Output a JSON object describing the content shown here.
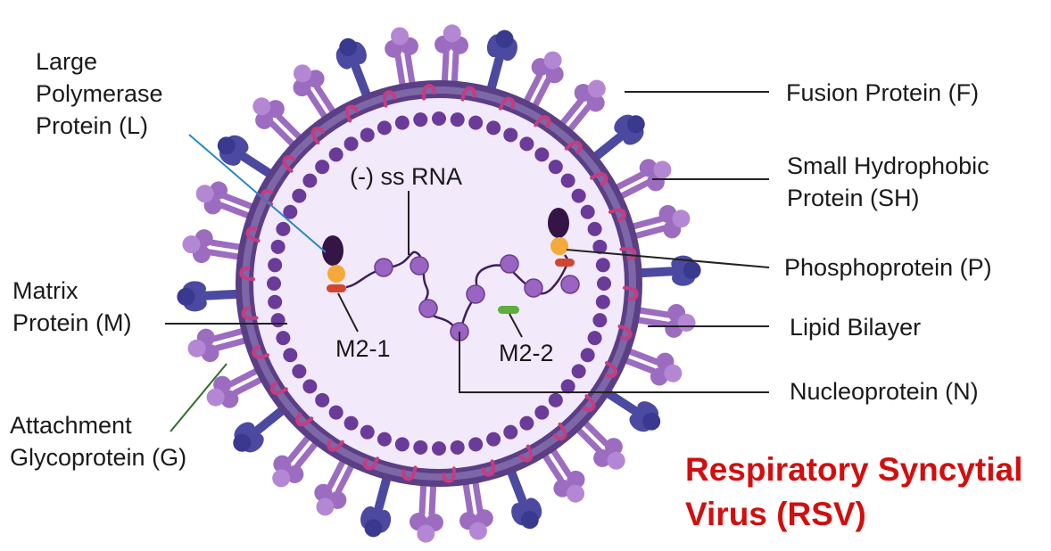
{
  "title": {
    "line1": "Respiratory Syncytial",
    "line2": "Virus (RSV)",
    "color": "#d10f0f"
  },
  "labels": {
    "large_polymerase": [
      "Large",
      "Polymerase",
      "Protein (L)"
    ],
    "matrix": [
      "Matrix",
      "Protein (M)"
    ],
    "attachment": [
      "Attachment",
      "Glycoprotein (G)"
    ],
    "ss_rna": "(-) ss RNA",
    "m21": "M2-1",
    "m22": "M2-2",
    "fusion": "Fusion Protein (F)",
    "small_hydrophobic": [
      "Small Hydrophobic",
      "Protein (SH)"
    ],
    "phosphoprotein": "Phosphoprotein (P)",
    "lipid_bilayer": "Lipid Bilayer",
    "nucleoprotein": "Nucleoprotein (N)"
  },
  "colors": {
    "interior": "#f2e9fb",
    "membrane": "#5b3f86",
    "nucleoprotein": "#6a3b98",
    "fusion_protein": "#9c6cc0",
    "attachment_protein": "#4b4aa0",
    "sh_protein": "#c63c80",
    "polymerase": "#341545",
    "phosphoprotein": "#f4a93a",
    "m21": "#d2452f",
    "m22": "#5fae3d",
    "rna_strand": "#3f1f5a",
    "rna_bead": "#9a64c3",
    "leader_blue": "#2a86c8",
    "leader_green": "#2f6d2c",
    "leader_black": "#222222"
  }
}
